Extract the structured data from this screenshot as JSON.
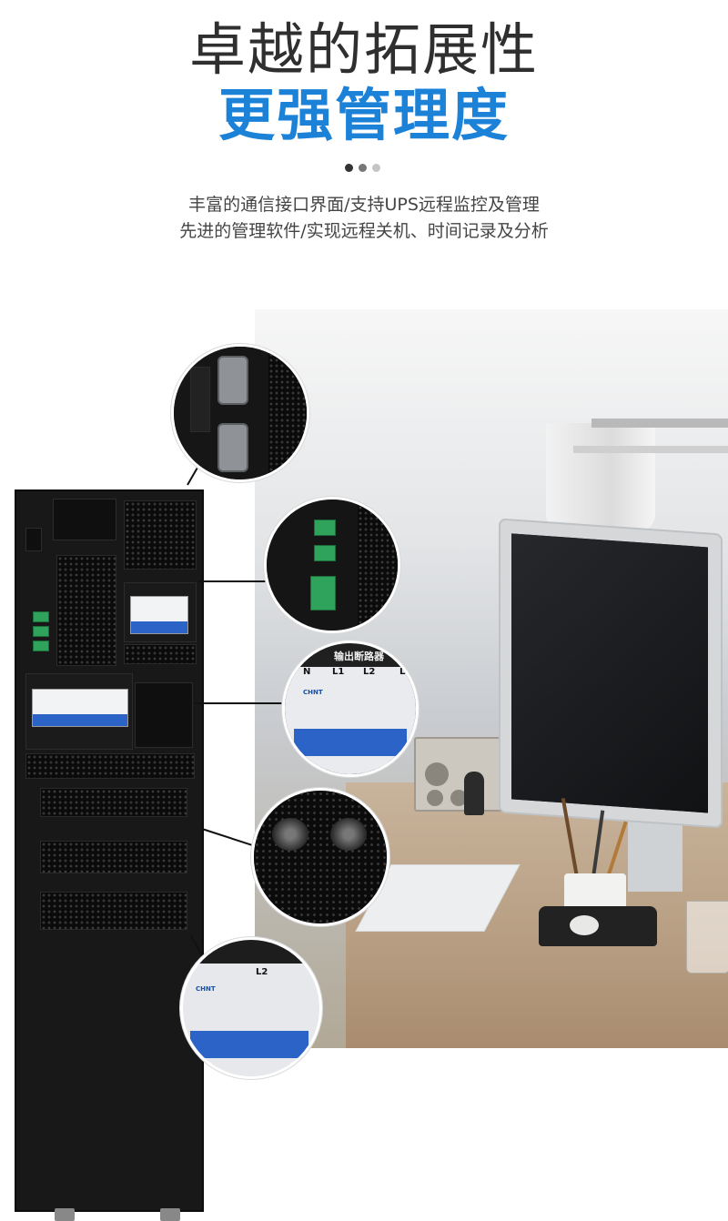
{
  "header": {
    "title_line1": "卓越的拓展性",
    "title_line2": "更强管理度",
    "sub_line1": "丰富的通信接口界面/支持UPS远程监控及管理",
    "sub_line2": "先进的管理软件/实现远程关机、时间记录及分析"
  },
  "breaker_detail": {
    "title": "输出断路器",
    "phase_labels": [
      "N",
      "L1",
      "L2",
      "L"
    ],
    "brand": "CHNT"
  },
  "bottom_detail": {
    "phase_label": "L2",
    "brand": "CHNT"
  },
  "colors": {
    "title_dark": "#2f2f2f",
    "title_blue": "#1b82d8",
    "breaker_blue": "#2b63c7"
  }
}
